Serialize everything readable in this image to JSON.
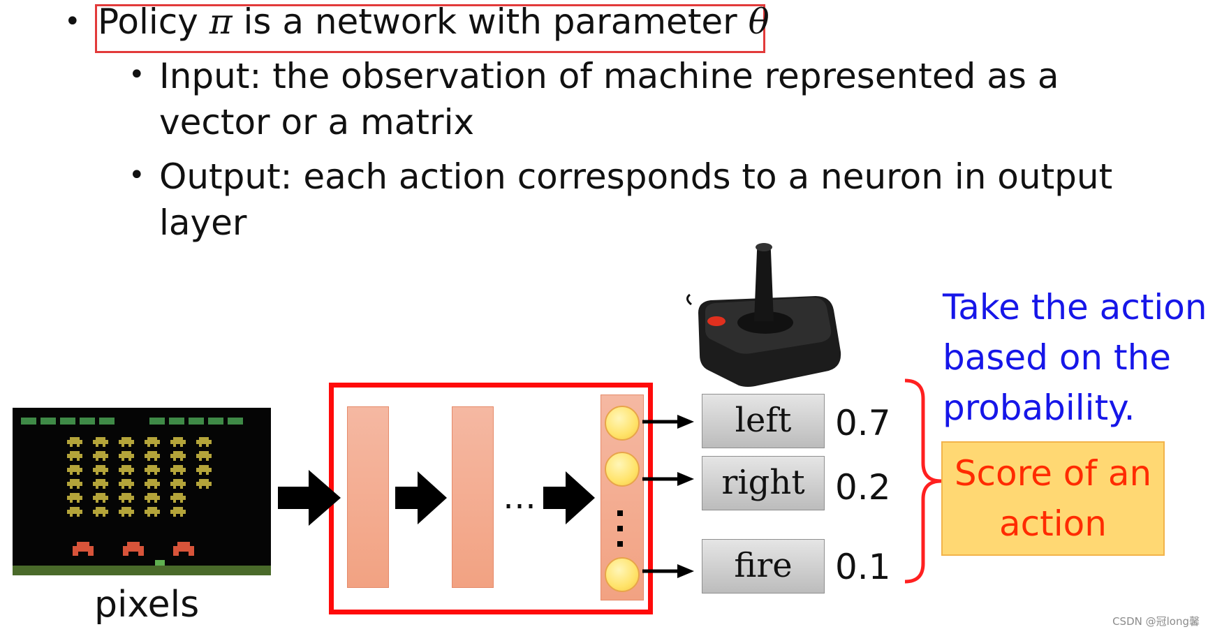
{
  "bullets": {
    "main_prefix": "Policy ",
    "main_pi": "π",
    "main_middle": " is a network with parameter ",
    "main_theta": "θ",
    "input_line1": "Input: the observation of machine represented as a",
    "input_line2": "vector or a matrix",
    "output_line1": "Output: each action corresponds to a neuron in output",
    "output_line2": "layer"
  },
  "diagram": {
    "input_caption": "pixels",
    "ellipsis": "…",
    "actions": [
      {
        "label": "left",
        "probability": "0.7"
      },
      {
        "label": "right",
        "probability": "0.2"
      },
      {
        "label": "fire",
        "probability": "0.1"
      }
    ],
    "note_line1": "Take the action",
    "note_line2": "based on the",
    "note_line3": "probability.",
    "score_line1": "Score of an",
    "score_line2": "action"
  },
  "colors": {
    "highlight_box": "#e23a3a",
    "network_box": "#ff0a0a",
    "note_text": "#1616e8",
    "score_text": "#ff2b00",
    "score_fill": "#ffd873"
  },
  "watermark": "CSDN @冠long馨"
}
